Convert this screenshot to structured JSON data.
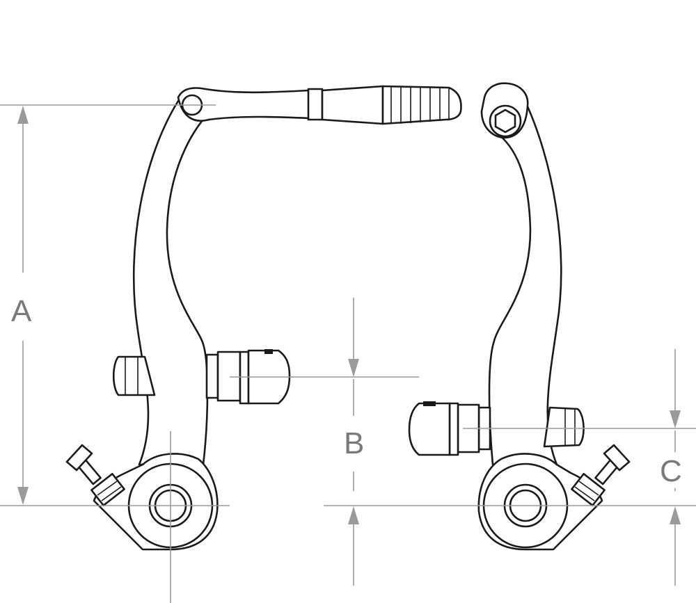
{
  "diagram": {
    "colors": {
      "outline": "#1a1a1a",
      "dimension": "#9a9a9a",
      "label": "#7a7a7a",
      "background": "#ffffff"
    },
    "dimensions": [
      {
        "id": "A",
        "label": "A"
      },
      {
        "id": "B",
        "label": "B"
      },
      {
        "id": "C",
        "label": "C"
      }
    ]
  }
}
